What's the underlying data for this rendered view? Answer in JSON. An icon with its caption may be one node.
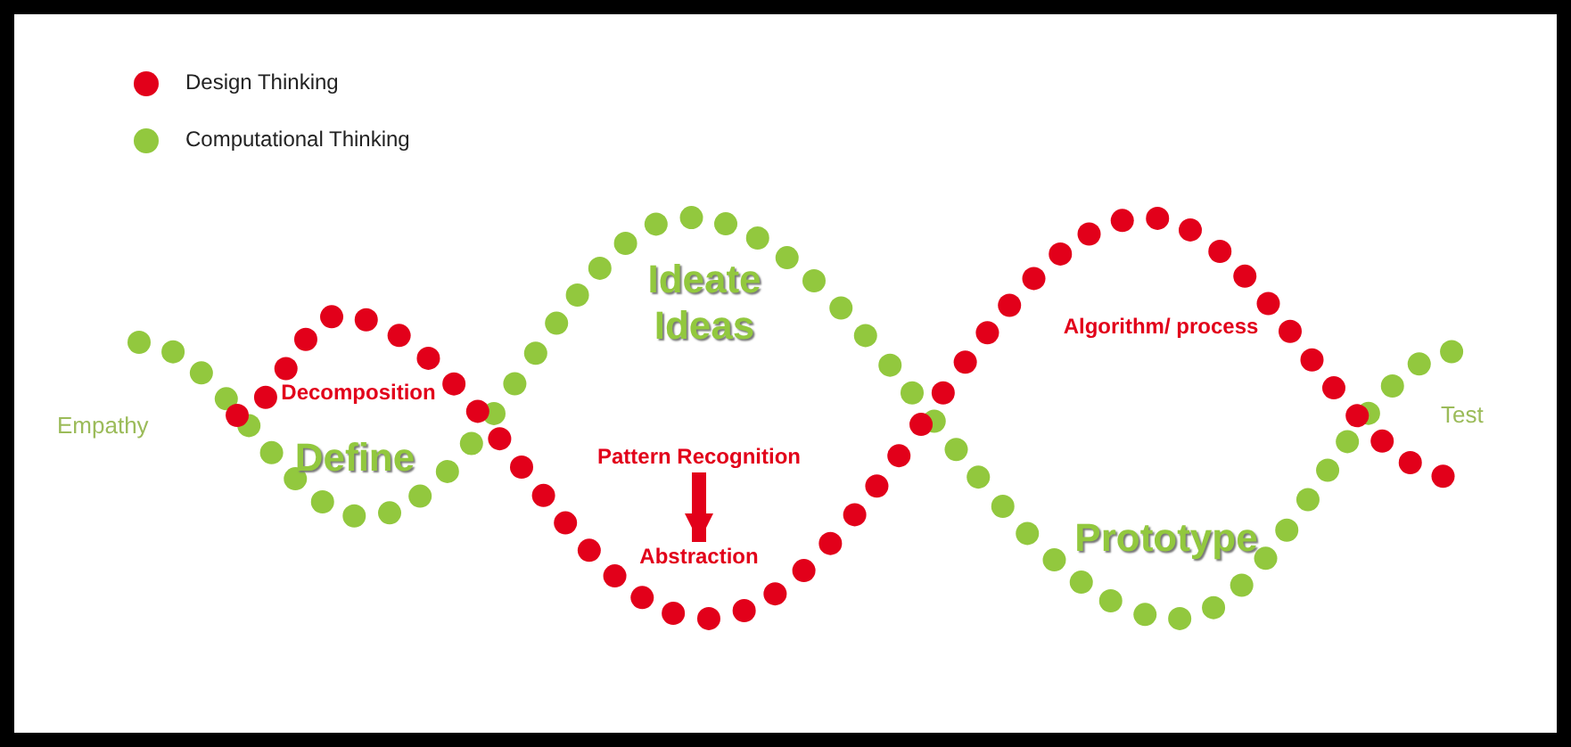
{
  "diagram": {
    "nodes": [
      {
        "text": [
          "Pattern Recognition"
        ]
      },
      {
        "text": [
          "Abstraction"
        ]
      }
    ],
    "edges": [
      {
        "from": 0,
        "to": 1,
        "arrow": "to"
      }
    ],
    "labels": [
      "Ideate Ideas",
      "Algorithm/ process",
      "Decomposition",
      "Empathy",
      "Test",
      "Define",
      "Prototype"
    ],
    "legend": [
      {
        "text": "Design Thinking",
        "color": "#e2001a"
      },
      {
        "text": "Computational Thinking",
        "color": "#92c83e"
      }
    ]
  }
}
